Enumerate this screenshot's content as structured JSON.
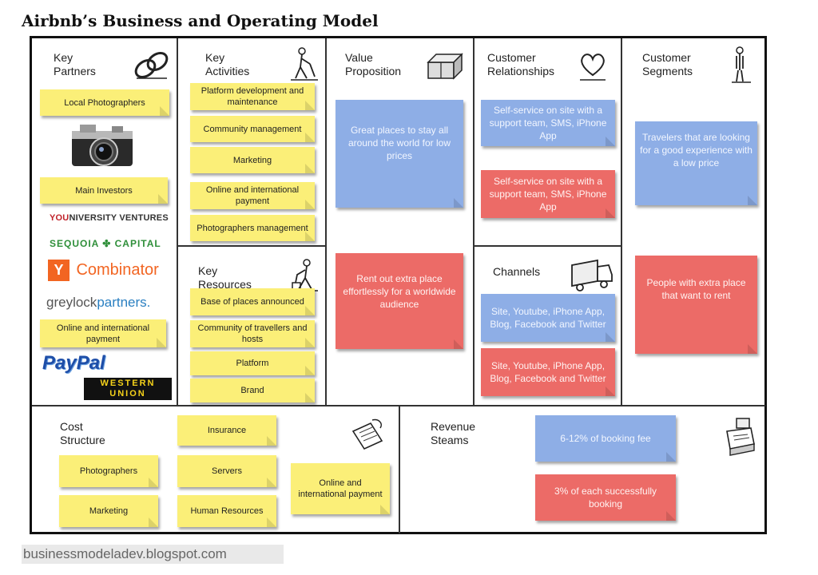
{
  "title": "Airbnb’s Business and Operating Model",
  "footer": "businessmodeladev.blogspot.com",
  "sections": {
    "key_partners": "Key\nPartners",
    "key_activities": "Key\nActivities",
    "value_proposition": "Value\nProposition",
    "customer_relationships": "Customer\nRelationships",
    "customer_segments": "Customer\nSegments",
    "key_resources": "Key\nResources",
    "channels": "Channels",
    "cost_structure": "Cost\nStructure",
    "revenue_streams": "Revenue\nSteams"
  },
  "notes": {
    "local_photographers": "Local Photographers",
    "main_investors": "Main Investors",
    "partner_payment": "Online and international payment",
    "platform_dev": "Platform development and maintenance",
    "community_mgmt": "Community management",
    "marketing": "Marketing",
    "activity_payment": "Online and international payment",
    "photographers_mgmt": "Photographers management",
    "places_base": "Base of places announced",
    "community_base": "Community of travellers and hosts",
    "platform": "Platform",
    "brand": "Brand",
    "vp_blue": "Great places to stay all around the world for low prices",
    "vp_red": "Rent out extra place effortlessly for a worldwide audience",
    "cr_blue": "Self-service on site with a support team, SMS, iPhone App",
    "cr_red": "Self-service on site with a support team, SMS, iPhone App",
    "ch_blue": "Site, Youtube, iPhone App, Blog, Facebook and Twitter",
    "ch_red": "Site, Youtube, iPhone App, Blog, Facebook and Twitter",
    "cs_blue": "Travelers that are looking for a good experience with a low price",
    "cs_red": "People with extra place that want to rent",
    "cost_insurance": "Insurance",
    "cost_photographers": "Photographers",
    "cost_servers": "Servers",
    "cost_payment": "Online and international payment",
    "cost_marketing": "Marketing",
    "cost_hr": "Human Resources",
    "rev_blue": "6-12% of booking fee",
    "rev_red": "3% of each successfully booking"
  },
  "logos": {
    "university_ventures_a": "YOU",
    "university_ventures_b": "NIVERSITY VENTURES",
    "sequoia": "SEQUOIA ✤ CAPITAL",
    "y_letter": "Y",
    "combinator": "Combinator",
    "greylock_a": "greylock",
    "greylock_b": "partners.",
    "paypal": "PayPal",
    "western": "WESTERN",
    "union": "UNION"
  },
  "colors": {
    "yellow_note": "#fbef78",
    "blue_note": "#8eaee6",
    "red_note": "#ec6b67"
  },
  "icons": [
    "chain-link-icon",
    "gardener-icon",
    "gift-box-icon",
    "heart-icon",
    "standing-person-icon",
    "worker-icon",
    "delivery-truck-icon",
    "receipt-quill-icon",
    "cash-register-icon",
    "camera-icon"
  ]
}
